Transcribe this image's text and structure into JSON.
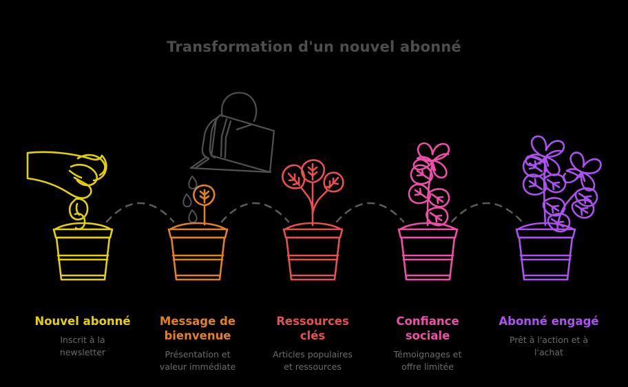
{
  "header": {
    "title": "Transformation d'un nouvel abonné",
    "title_color": "#4d4d4d"
  },
  "theme": {
    "background": "#000000",
    "connector_color": "#5a5a5a",
    "wateringcan_color": "#4f4f4f",
    "subtitle_color": "#6b6b6b"
  },
  "stages": [
    {
      "id": "nouvel-abonne",
      "title": "Nouvel abonné",
      "subtitle": "Inscrit à la\nnewsletter",
      "color": "#E6D200",
      "icon": "hand-planting-seed-icon",
      "plant": "seed-in-pot"
    },
    {
      "id": "message-de-bienvenue",
      "title": "Message de\nbienvenue",
      "subtitle": "Présentation et\nvaleur immédiate",
      "color": "#E08124",
      "icon": "watering-can-icon",
      "plant": "sprout-one-leaf"
    },
    {
      "id": "ressources-cles",
      "title": "Ressources\nclés",
      "subtitle": "Articles populaires\net ressources",
      "color": "#E8504F",
      "icon": "plant-three-leaves-icon",
      "plant": "young-plant"
    },
    {
      "id": "confiance-sociale",
      "title": "Confiance\nsociale",
      "subtitle": "Témoignages et\noffre limitée",
      "color": "#EE4FA8",
      "icon": "flowering-plant-icon",
      "plant": "plant-one-flower"
    },
    {
      "id": "abonne-engage",
      "title": "Abonné engagé",
      "subtitle": "Prêt à l'action et à\nl'achat",
      "color": "#AC52F0",
      "icon": "blooming-plant-icon",
      "plant": "plant-two-flowers"
    }
  ]
}
